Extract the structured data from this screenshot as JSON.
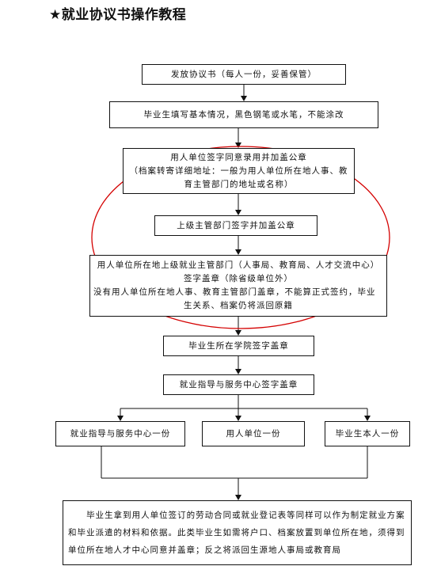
{
  "title": "★就业协议书操作教程",
  "steps": {
    "s1": "发放协议书（每人一份，妥善保管）",
    "s2": "毕业生填写基本情况，黑色钢笔或水笔，不能涂改",
    "s3_line1": "用人单位签字同意录用并加盖公章",
    "s3_line2": "（档案转寄详细地址：一般为用人单位所在地人事、教",
    "s3_line3": "育主管部门的地址或名称）",
    "s4": "上级主管部门签字并加盖公章",
    "s5_line1": "用人单位所在地上级就业主管部门（人事局、教育局、人才交流中心）",
    "s5_line2": "签字盖章（除省级单位外）",
    "s5_line3": "没有用人单位所在地人事、教育主管部门盖章，不能算正式签约，毕业",
    "s5_line4": "生关系、档案仍将派回原籍",
    "s6": "毕业生所在学院签字盖章",
    "s7": "就业指导与服务中心签字盖章",
    "copies": {
      "c1": "就业指导与服务中心一份",
      "c2": "用人单位一份",
      "c3": "毕业生本人一份"
    },
    "final_line1": "毕业生拿到用人单位签订的劳动合同或就业登记表等同样可以作为制定就业方案",
    "final_line2": "和毕业派遣的材料和依据。此类毕业生如需将户口、档案放置到单位所在地，须得到",
    "final_line3": "单位所在地人才中心同意并盖章；反之将派回生源地人事局或教育局"
  },
  "colors": {
    "line": "#111111",
    "highlight_ellipse": "#d40000"
  }
}
